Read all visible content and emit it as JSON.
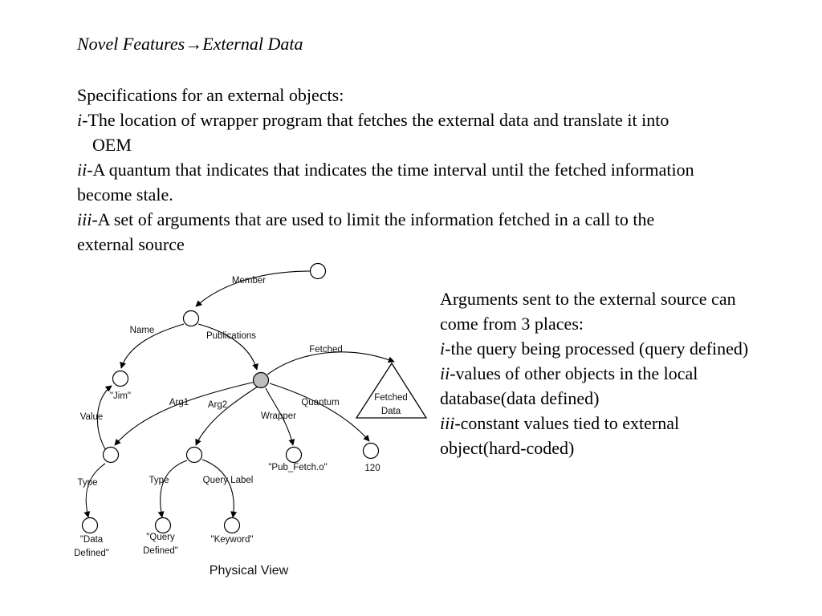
{
  "title": {
    "prefix": "Novel Features",
    "arrow": "→",
    "suffix": "External Data"
  },
  "specs": {
    "heading": "Specifications for an external objects:",
    "item1": {
      "num": "i",
      "text": "-The location of wrapper program that fetches the external data and translate it into",
      "cont": "OEM"
    },
    "item2": {
      "num": "ii",
      "text": "-A quantum that indicates that indicates the time interval until the fetched information",
      "cont": "become stale."
    },
    "item3": {
      "num": "iii",
      "text": "-A set of arguments that are used to limit the information fetched in a call to the",
      "cont": "external source"
    }
  },
  "args": {
    "line1": "Arguments sent to the external source can",
    "line2": "come from 3 places:",
    "item1": {
      "num": "i",
      "text": "-the query being processed (query defined)"
    },
    "item2": {
      "num": "ii",
      "text": "-values of other objects in the local",
      "cont": "database(data defined)"
    },
    "item3": {
      "num": "iii",
      "text": "-constant values tied to external",
      "cont": "object(hard-coded)"
    }
  },
  "diagram": {
    "caption": "Physical View",
    "edge_labels": {
      "member": "Member",
      "name": "Name",
      "publications": "Publications",
      "fetched": "Fetched",
      "value": "Value",
      "arg1": "Arg1",
      "arg2": "Arg2",
      "wrapper": "Wrapper",
      "quantum": "Quantum",
      "type1": "Type",
      "type2": "Type",
      "query_label": "Query Label"
    },
    "leaf_labels": {
      "jim": "\"Jim\"",
      "pub_fetch": "\"Pub_Fetch.o\"",
      "quantum_value": "120",
      "data_defined_1": "\"Data",
      "data_defined_2": "Defined\"",
      "query_defined_1": "\"Query",
      "query_defined_2": "Defined\"",
      "keyword": "\"Keyword\""
    },
    "fetched_data": {
      "line1": "Fetched",
      "line2": "Data"
    }
  }
}
